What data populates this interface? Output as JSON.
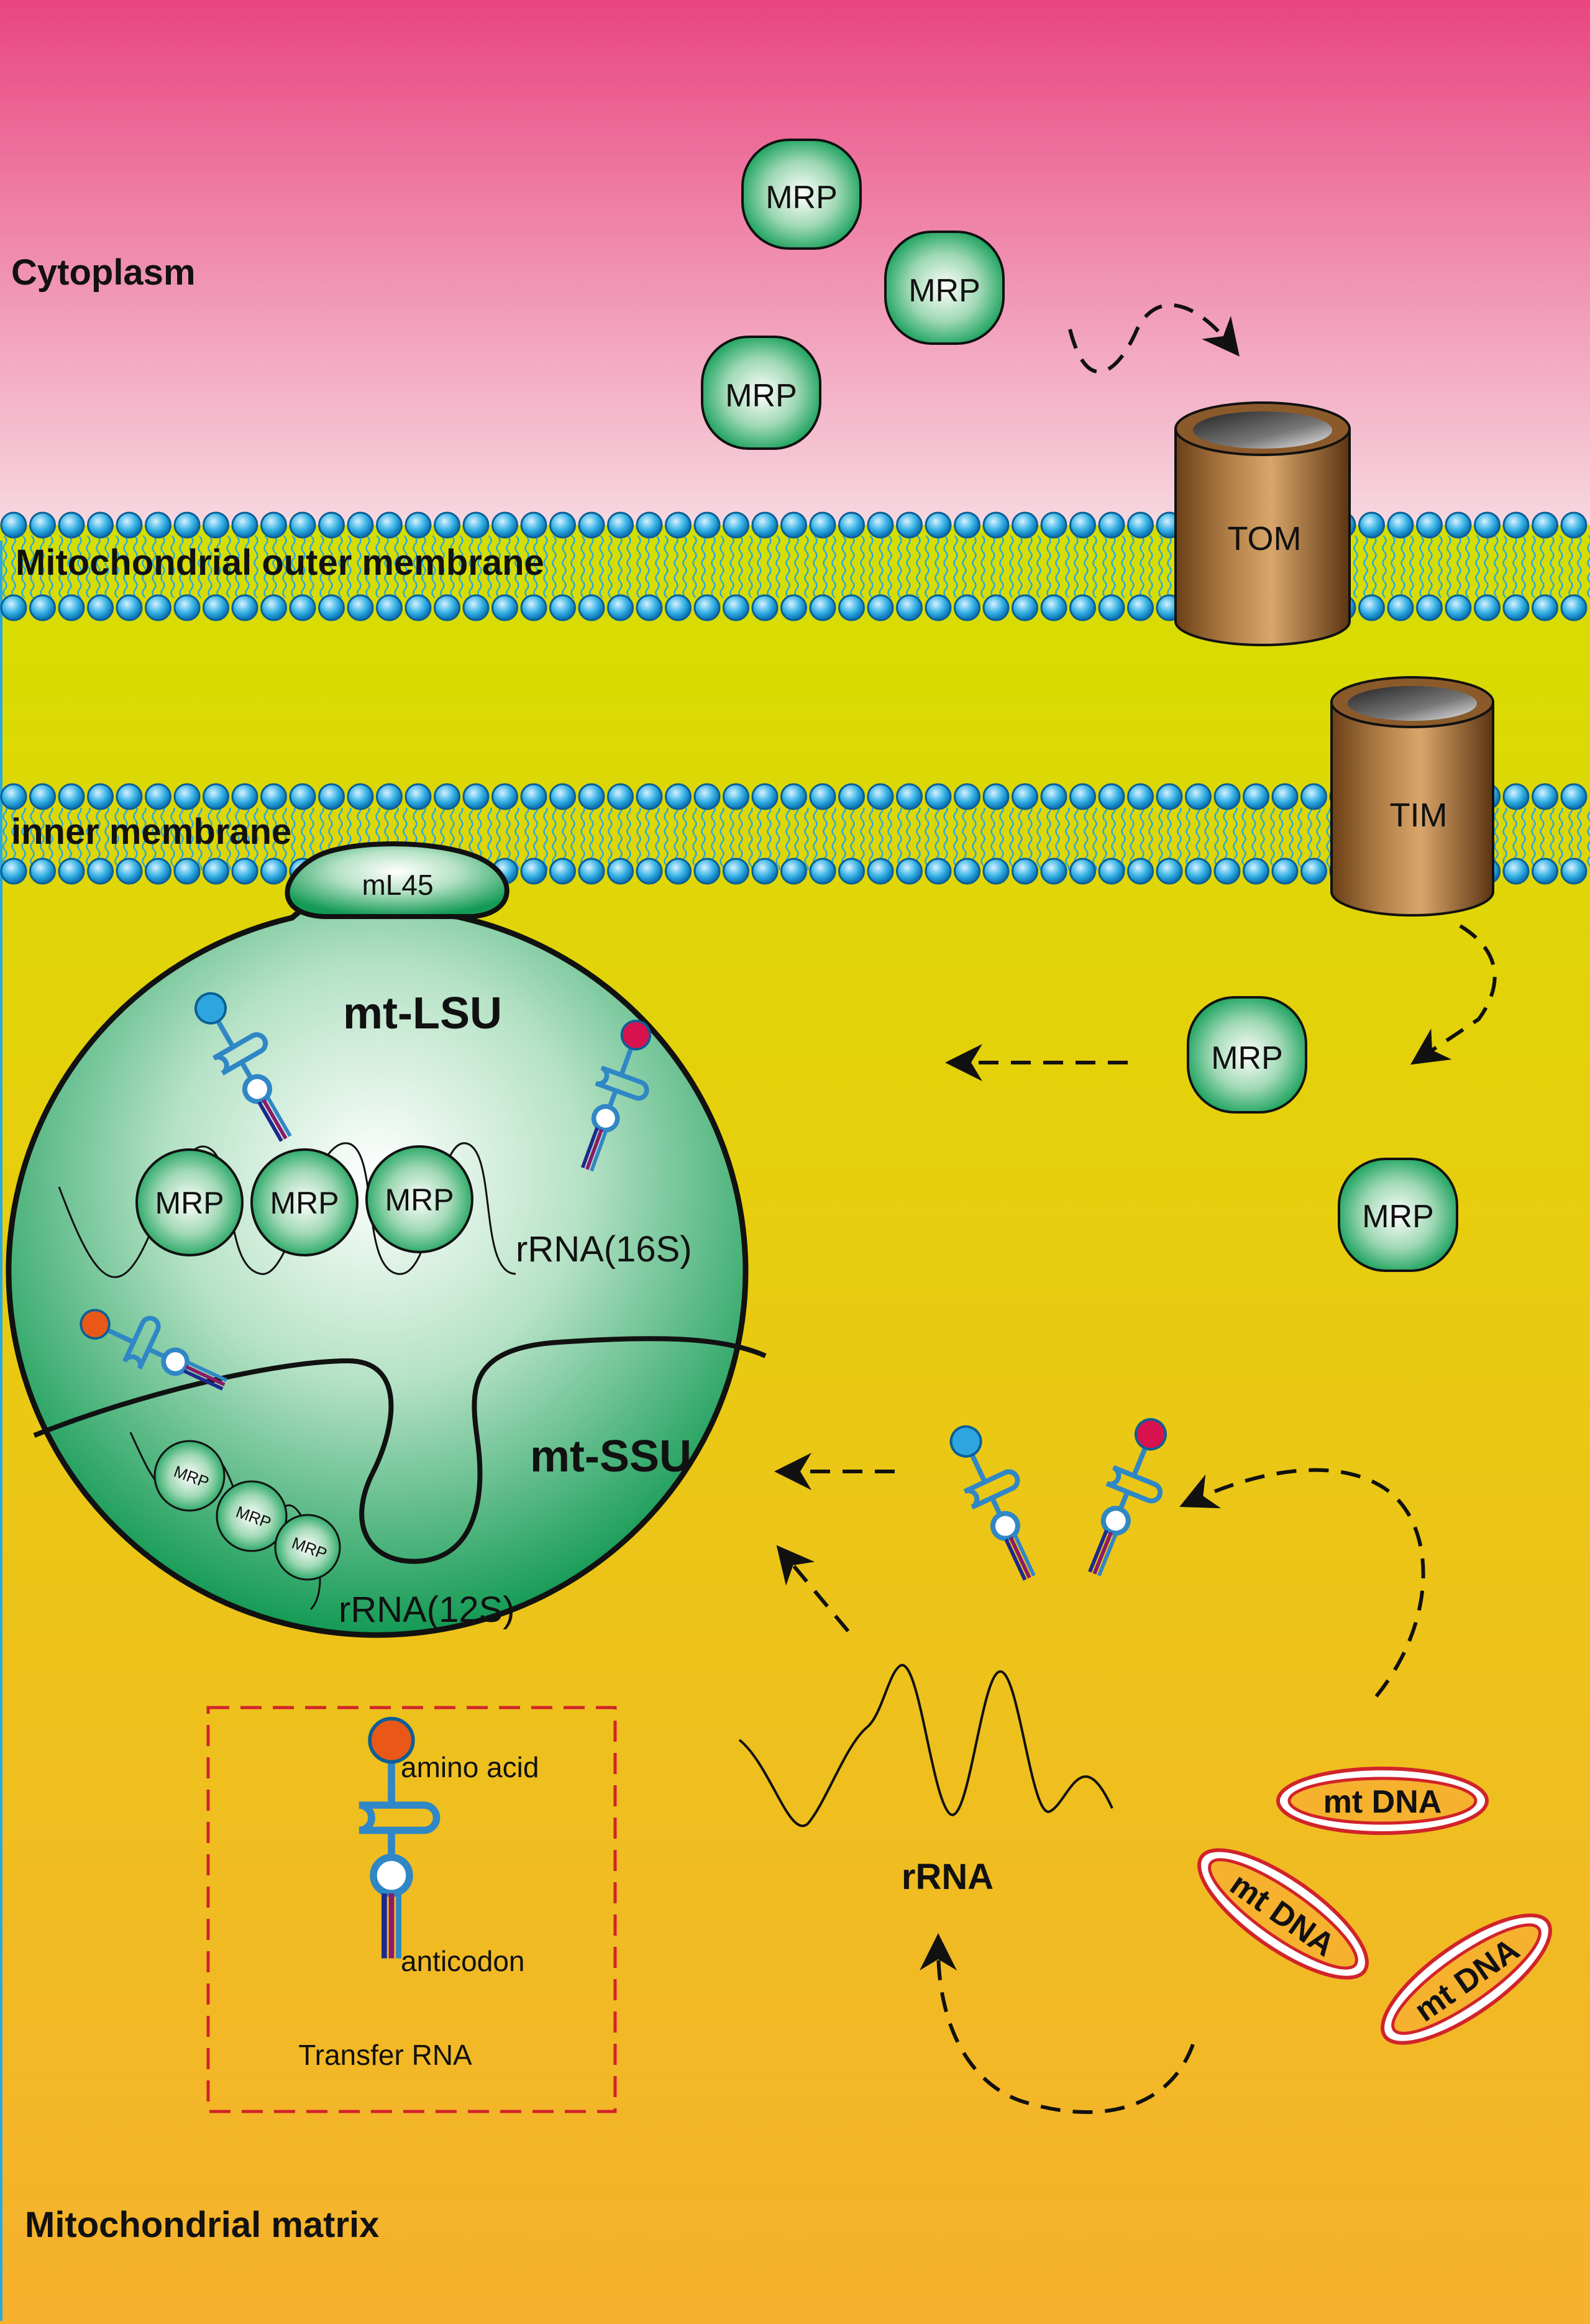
{
  "regions": {
    "cytoplasm": "Cytoplasm",
    "outer_membrane": "Mitochondrial outer membrane",
    "inner_membrane": "inner membrane",
    "matrix": "Mitochondrial matrix"
  },
  "proteins": {
    "mrp": "MRP",
    "tom": "TOM",
    "tim": "TIM"
  },
  "ribosome": {
    "anchor": "mL45",
    "large_subunit": "mt-LSU",
    "small_subunit": "mt-SSU",
    "lsu_rrna": "rRNA(16S)",
    "ssu_rrna": "rRNA(12S)"
  },
  "free_rrna": "rRNA",
  "mtdna": "mt DNA",
  "legend": {
    "amino_acid": "amino acid",
    "anticodon": "anticodon",
    "title": "Transfer RNA"
  },
  "colors": {
    "cytoplasm_top": "#e9457f",
    "cytoplasm_bottom": "#f7d0dc",
    "intermembrane": "#d6de00",
    "matrix_bottom": "#f6b12e",
    "lipid_head": "#2aa8e0",
    "ribosome_green": "#17a05a",
    "pore_brown": "#8b5a2b",
    "mtdna_red": "#d1232a",
    "tRNA_blue": "#2f87c6",
    "amino_orange": "#ea5818",
    "amino_red": "#d8124f"
  }
}
